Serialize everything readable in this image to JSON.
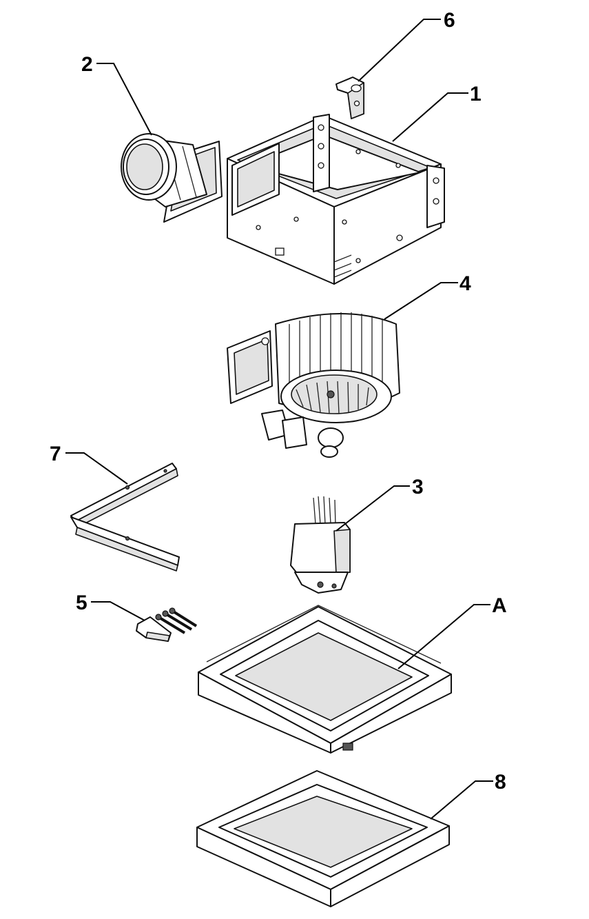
{
  "callouts": [
    {
      "id": "1",
      "label": "1",
      "part": "housing"
    },
    {
      "id": "2",
      "label": "2",
      "part": "duct-connector"
    },
    {
      "id": "3",
      "label": "3",
      "part": "motor-wiring-box"
    },
    {
      "id": "4",
      "label": "4",
      "part": "blower-assembly"
    },
    {
      "id": "5",
      "label": "5",
      "part": "mounting-hardware"
    },
    {
      "id": "6",
      "label": "6",
      "part": "bracket"
    },
    {
      "id": "7",
      "label": "7",
      "part": "hanger-bars"
    },
    {
      "id": "A",
      "label": "A",
      "part": "grille-frame"
    },
    {
      "id": "8",
      "label": "8",
      "part": "grille-lens"
    }
  ]
}
